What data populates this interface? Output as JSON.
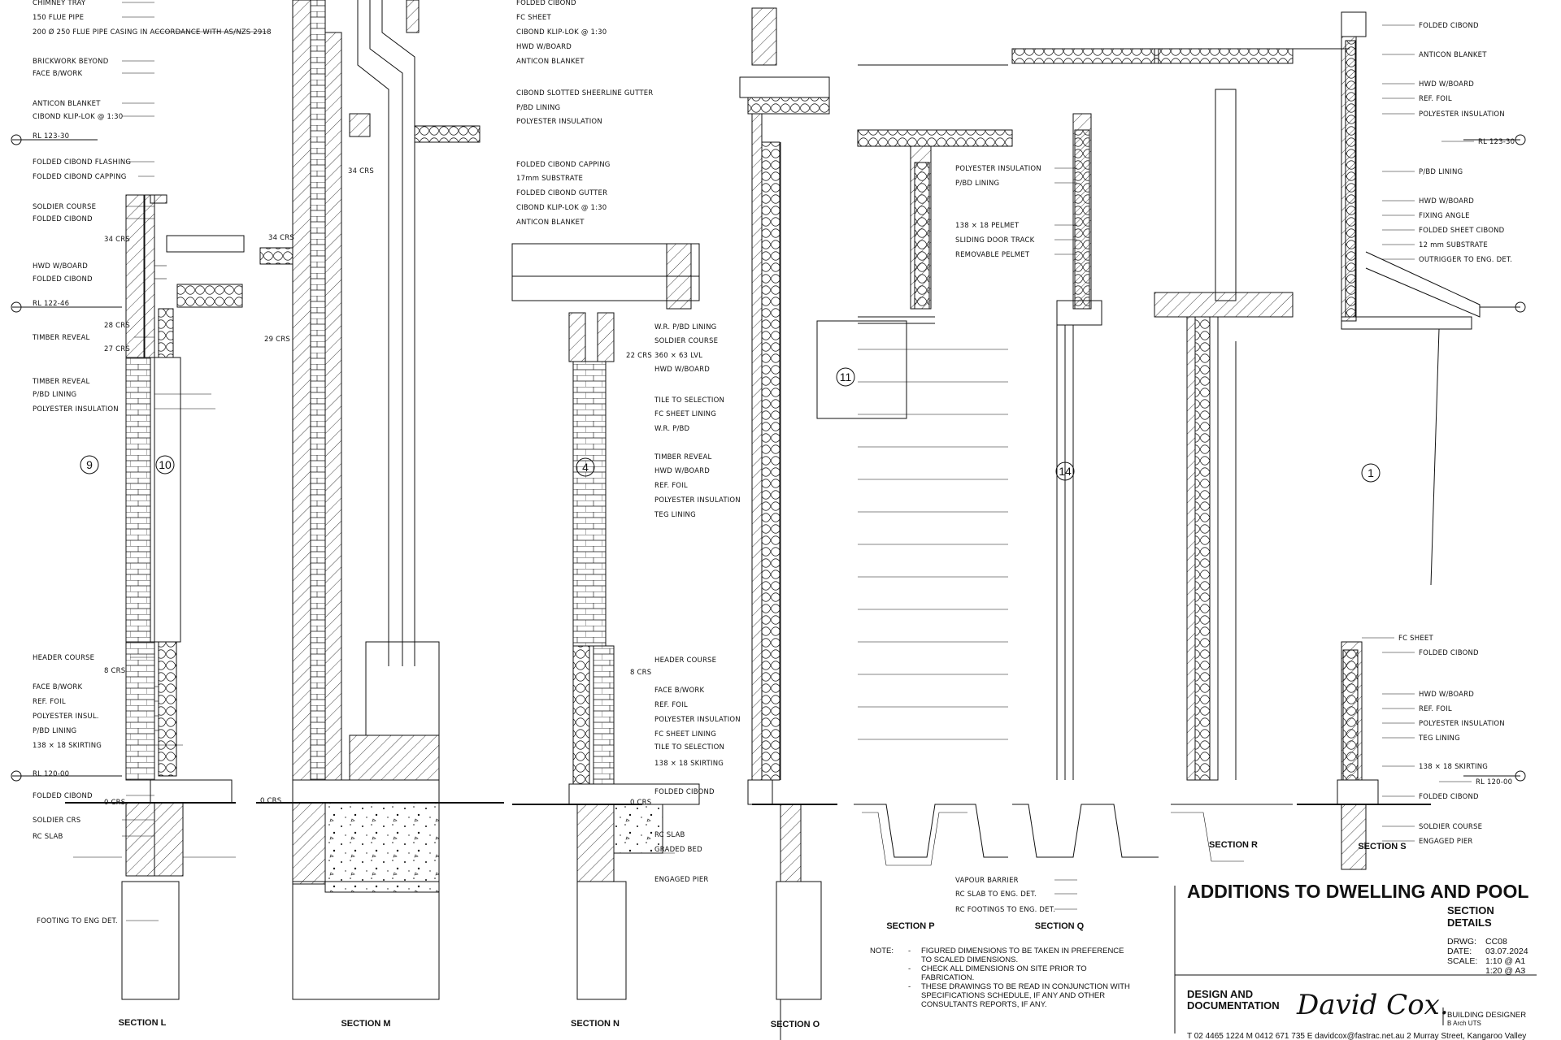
{
  "project": {
    "title": "ADDITIONS TO DWELLING AND POOL",
    "subtitle_line1": "SECTION",
    "subtitle_line2": "DETAILS"
  },
  "drawing": {
    "drwg_label": "DRWG:",
    "drwg": "CC08",
    "date_label": "DATE:",
    "date": "03.07.2024",
    "scale_label": "SCALE:",
    "scale_1": "1:10 @ A1",
    "scale_2": "1:20 @ A3"
  },
  "designer": {
    "role_line1": "DESIGN AND",
    "role_line2": "DOCUMENTATION",
    "signature": "David Cox.",
    "title": "BUILDING DESIGNER",
    "qual": "B Arch UTS",
    "contact": "T 02 4465 1224  M 0412 671 735  E davidcox@fastrac.net.au  2 Murray Street, Kangaroo Valley"
  },
  "notes": {
    "heading": "NOTE:",
    "items": [
      [
        "-",
        "FIGURED DIMENSIONS TO BE TAKEN IN PREFERENCE",
        "TO SCALED DIMENSIONS."
      ],
      [
        "-",
        "CHECK ALL DIMENSIONS ON SITE PRIOR TO",
        "FABRICATION."
      ],
      [
        "-",
        "THESE DRAWINGS TO BE READ IN CONJUNCTION WITH",
        "SPECIFICATIONS SCHEDULE, IF ANY AND OTHER",
        "CONSULTANTS REPORTS, IF ANY."
      ]
    ]
  },
  "sections": [
    "SECTION L",
    "SECTION M",
    "SECTION N",
    "SECTION O",
    "SECTION P",
    "SECTION Q",
    "SECTION R",
    "SECTION S"
  ],
  "markers": [
    "9",
    "10",
    "4",
    "11",
    "14",
    "1"
  ],
  "dims": [
    "34 CRS",
    "34 CRS",
    "29 CRS",
    "27 CRS",
    "28 CRS",
    "34 CRS",
    "22 CRS",
    "8 CRS",
    "8 CRS",
    "0 CRS",
    "0 CRS",
    "0 CRS"
  ],
  "labels_L": [
    "CHIMNEY TRAY",
    "150 FLUE PIPE",
    "200 Ø 250 FLUE PIPE CASING IN ACCORDANCE WITH AS/NZS 2918",
    "BRICKWORK BEYOND",
    "FACE B/WORK",
    "ANTICON BLANKET",
    "CIBOND KLIP-LOK @ 1:30",
    "RL 123-30",
    "FOLDED CIBOND FLASHING",
    "FOLDED CIBOND CAPPING",
    "SOLDIER COURSE",
    "FOLDED CIBOND",
    "HWD W/BOARD",
    "FOLDED CIBOND",
    "RL 122-46",
    "TIMBER REVEAL",
    "TIMBER REVEAL",
    "P/BD LINING",
    "POLYESTER INSULATION",
    "HEADER COURSE",
    "FACE B/WORK",
    "REF. FOIL",
    "POLYESTER INSUL.",
    "P/BD LINING",
    "138 × 18 SKIRTING",
    "RL 120-00",
    "FOLDED CIBOND",
    "SOLDIER CRS",
    "RC SLAB",
    "FOOTING TO ENG DET."
  ],
  "labels_N": [
    "FOLDED CIBOND",
    "FC SHEET",
    "CIBOND KLIP-LOK @ 1:30",
    "HWD W/BOARD",
    "ANTICON BLANKET",
    "CIBOND SLOTTED SHEERLINE GUTTER",
    "P/BD LINING",
    "POLYESTER INSULATION",
    "FOLDED CIBOND CAPPING",
    "17mm SUBSTRATE",
    "FOLDED CIBOND GUTTER",
    "CIBOND KLIP-LOK @ 1:30",
    "ANTICON BLANKET",
    "W.R. P/BD LINING",
    "SOLDIER COURSE",
    "360 × 63 LVL",
    "HWD W/BOARD",
    "TILE TO SELECTION",
    "FC SHEET LINING",
    "W.R. P/BD",
    "TIMBER REVEAL",
    "HWD W/BOARD",
    "REF. FOIL",
    "POLYESTER INSULATION",
    "TEG LINING",
    "HEADER COURSE",
    "FACE B/WORK",
    "REF. FOIL",
    "POLYESTER INSULATION",
    "FC SHEET LINING",
    "TILE TO SELECTION",
    "138 × 18 SKIRTING",
    "FOLDED CIBOND",
    "RC SLAB",
    "GRADED BED",
    "ENGAGED PIER"
  ],
  "labels_PQ": [
    "POLYESTER INSULATION",
    "P/BD LINING",
    "138 × 18 PELMET",
    "SLIDING DOOR TRACK",
    "REMOVABLE PELMET",
    "VAPOUR BARRIER",
    "RC SLAB TO ENG. DET.",
    "RC FOOTINGS TO ENG. DET."
  ],
  "labels_S": [
    "FOLDED CIBOND",
    "ANTICON BLANKET",
    "HWD W/BOARD",
    "REF. FOIL",
    "POLYESTER INSULATION",
    "RL 123-30",
    "P/BD LINING",
    "HWD W/BOARD",
    "FIXING ANGLE",
    "FOLDED SHEET CIBOND",
    "12 mm SUBSTRATE",
    "OUTRIGGER TO ENG. DET.",
    "FC SHEET",
    "FOLDED CIBOND",
    "HWD W/BOARD",
    "REF. FOIL",
    "POLYESTER INSULATION",
    "TEG LINING",
    "138 × 18 SKIRTING",
    "RL 120-00",
    "FOLDED CIBOND",
    "SOLDIER COURSE",
    "ENGAGED PIER"
  ]
}
